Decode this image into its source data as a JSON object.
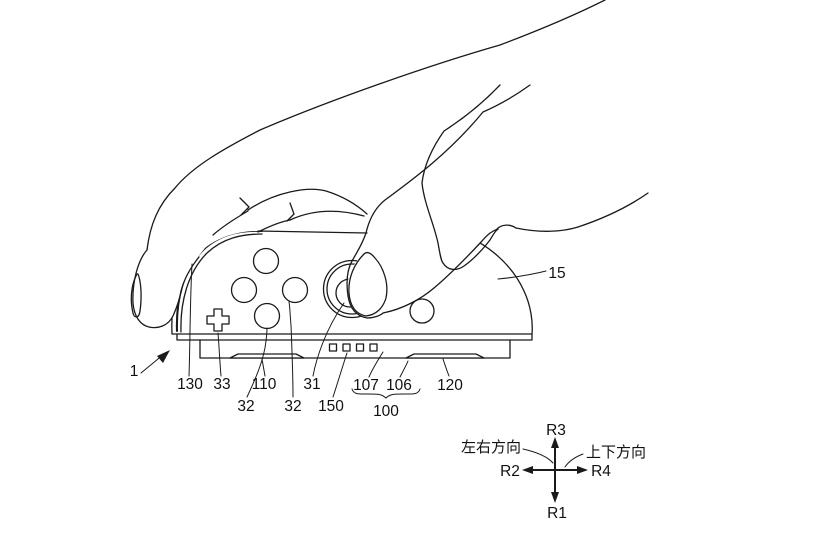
{
  "figure": {
    "kind": "patent-line-drawing",
    "subject": "hand holding game controller",
    "colors": {
      "background": "#ffffff",
      "line": "#1a1a1a"
    },
    "labels": {
      "device": "1",
      "edge_strip": "130",
      "plus_button": "33",
      "left_rail": "110",
      "lower_button": "32",
      "right_button": "32",
      "analog_stick": "31",
      "pin": "150",
      "terminal_left": "107",
      "terminal_right": "106",
      "rail_assembly": "100",
      "right_rail": "120",
      "end_cap": "15"
    }
  },
  "direction_legend": {
    "up": "R3",
    "down": "R1",
    "left": "R2",
    "right": "R4",
    "horizontal_axis_label": "左右方向",
    "vertical_axis_label": "上下方向"
  }
}
